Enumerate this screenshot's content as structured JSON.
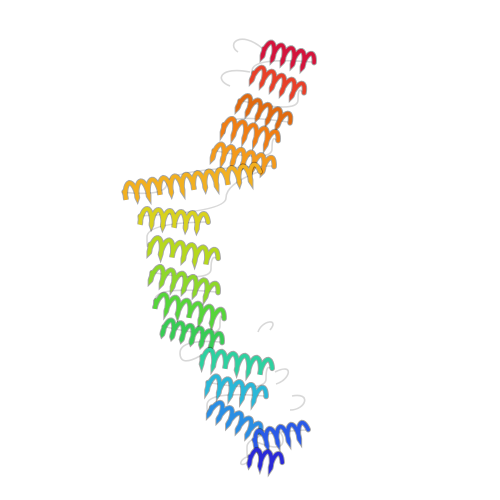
{
  "image": {
    "subject": "protein-ribbon",
    "background": "#ffffff",
    "loop_color": "#d8d8d8",
    "helices": [
      {
        "name": "helix-c-terminal-red",
        "color": "#d4143c"
      },
      {
        "name": "helix-red-orange",
        "color": "#e8402a"
      },
      {
        "name": "helix-dark-orange",
        "color": "#e06a10"
      },
      {
        "name": "helix-orange-1",
        "color": "#f07e14"
      },
      {
        "name": "helix-orange-2",
        "color": "#f59a1a"
      },
      {
        "name": "helix-long-amber",
        "color": "#f2b020"
      },
      {
        "name": "helix-yellow",
        "color": "#d8d21e"
      },
      {
        "name": "helix-yellow-green",
        "color": "#b6d81e"
      },
      {
        "name": "helix-lime",
        "color": "#8ed82a"
      },
      {
        "name": "helix-green-1",
        "color": "#56d63a"
      },
      {
        "name": "helix-green-2",
        "color": "#38cc55"
      },
      {
        "name": "helix-teal",
        "color": "#2ed1a0"
      },
      {
        "name": "helix-cyan",
        "color": "#2ab8d8"
      },
      {
        "name": "helix-sky-blue",
        "color": "#2a8ee4"
      },
      {
        "name": "helix-blue",
        "color": "#2a5ae8"
      },
      {
        "name": "helix-n-terminal-blue",
        "color": "#2a2ad8"
      }
    ]
  }
}
